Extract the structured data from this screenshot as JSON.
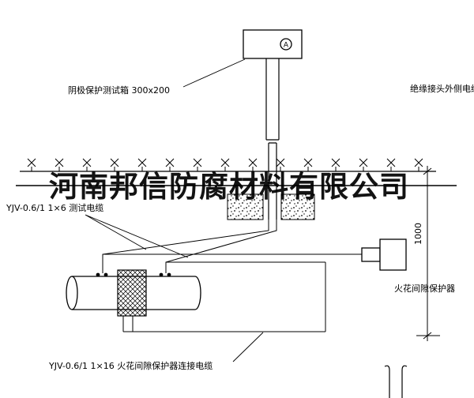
{
  "page": {
    "background": "#ffffff",
    "line_color": "#000000"
  },
  "watermark": {
    "text": "河南邦信防腐材料有限公司"
  },
  "test_box": {
    "meter_letter": "A",
    "label": "阴极保护测试箱 300x200"
  },
  "labels": {
    "outer_cable": "绝缘接头外侧电缆",
    "test_cable": "YJV-0.6/1 1×6  测试电缆",
    "spark_gap": "火花间隙保护器",
    "spark_gap_cable": "YJV-0.6/1 1×16  火花间隙保护器连接电缆"
  },
  "dimension": {
    "depth": "1000"
  }
}
